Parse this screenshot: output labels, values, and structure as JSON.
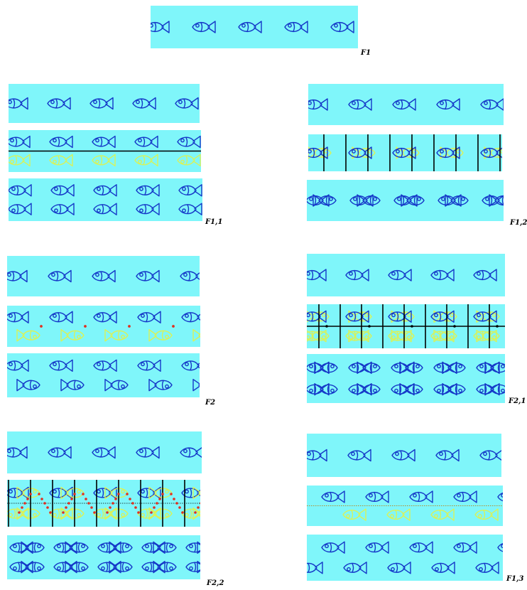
{
  "colors": {
    "band": "#7ff6fa",
    "fish_primary": "#1538c8",
    "fish_reflected": "#d8f25a",
    "axis": "#000000",
    "rotation_center": "#e03020"
  },
  "groups": [
    {
      "label": "F1",
      "strips": [
        {
          "kind": "translate"
        }
      ]
    },
    {
      "label": "F1,1",
      "strips": [
        {
          "kind": "translate"
        },
        {
          "kind": "h-mirror"
        },
        {
          "kind": "h-mirror-result"
        }
      ]
    },
    {
      "label": "F1,2",
      "strips": [
        {
          "kind": "translate"
        },
        {
          "kind": "v-mirror"
        },
        {
          "kind": "v-mirror-result"
        }
      ]
    },
    {
      "label": "F2",
      "strips": [
        {
          "kind": "translate"
        },
        {
          "kind": "half-turn"
        },
        {
          "kind": "half-turn-result"
        }
      ]
    },
    {
      "label": "F2,1",
      "strips": [
        {
          "kind": "translate"
        },
        {
          "kind": "hv-mirror"
        },
        {
          "kind": "hv-mirror-result"
        }
      ]
    },
    {
      "label": "F2,2",
      "strips": [
        {
          "kind": "translate"
        },
        {
          "kind": "vmirror-halfturn"
        },
        {
          "kind": "vmirror-halfturn-result"
        }
      ]
    },
    {
      "label": "F1,3",
      "strips": [
        {
          "kind": "translate"
        },
        {
          "kind": "glide"
        },
        {
          "kind": "glide-result"
        }
      ]
    }
  ]
}
